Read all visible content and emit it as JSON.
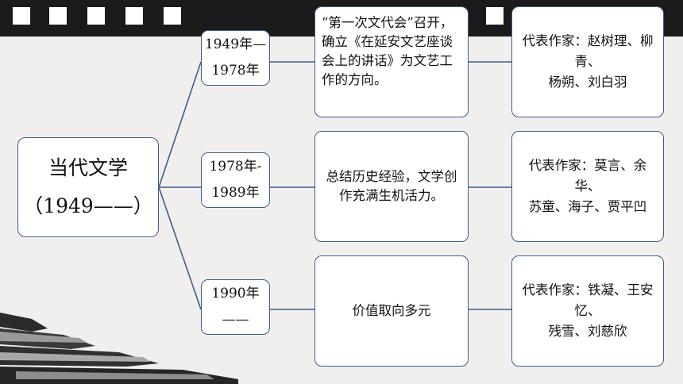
{
  "main": {
    "title": "当代文学",
    "range": "（1949——）"
  },
  "periods": [
    {
      "line1": "1949年—",
      "line2": "1978年"
    },
    {
      "line1": "1978年-",
      "line2": "1989年"
    },
    {
      "line1": "1990年——",
      "line2": ""
    }
  ],
  "events": [
    "“第一次文代会”召开，确立《在延安文艺座谈会上的讲话》为文艺工作的方向。",
    "总结历史经验，文学创作充满生机活力。",
    "价值取向多元"
  ],
  "writers": [
    {
      "line1": "代表作家：赵树理、柳青、",
      "line2": "杨朔、刘白羽"
    },
    {
      "line1": "代表作家：莫言、余华、",
      "line2": "苏童、海子、贾平凹"
    },
    {
      "line1": "代表作家：铁凝、王安忆、",
      "line2": "残雪、刘慈欣"
    }
  ],
  "colors": {
    "border": "#3d5d8e",
    "film": "#1b1b1b",
    "background": "#f1efed"
  }
}
